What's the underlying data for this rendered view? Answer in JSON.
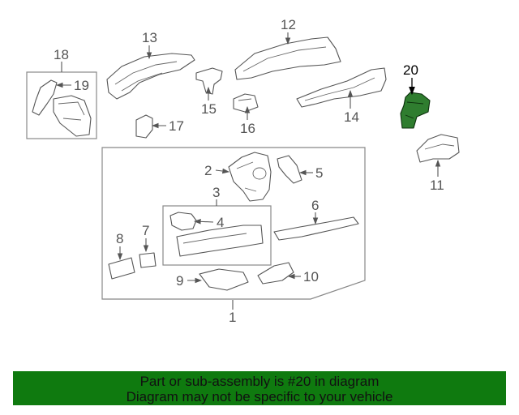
{
  "diagram": {
    "labels": [
      "1",
      "2",
      "3",
      "4",
      "5",
      "6",
      "7",
      "8",
      "9",
      "10",
      "11",
      "12",
      "13",
      "14",
      "15",
      "16",
      "17",
      "18",
      "19",
      "20"
    ],
    "highlighted_part": "20",
    "highlight_color": "#2f7d2f"
  },
  "banner": {
    "line1": "Part or sub-assembly is #20 in diagram",
    "line2": "Diagram may not be specific to your vehicle",
    "background": "#0f7a0f"
  }
}
